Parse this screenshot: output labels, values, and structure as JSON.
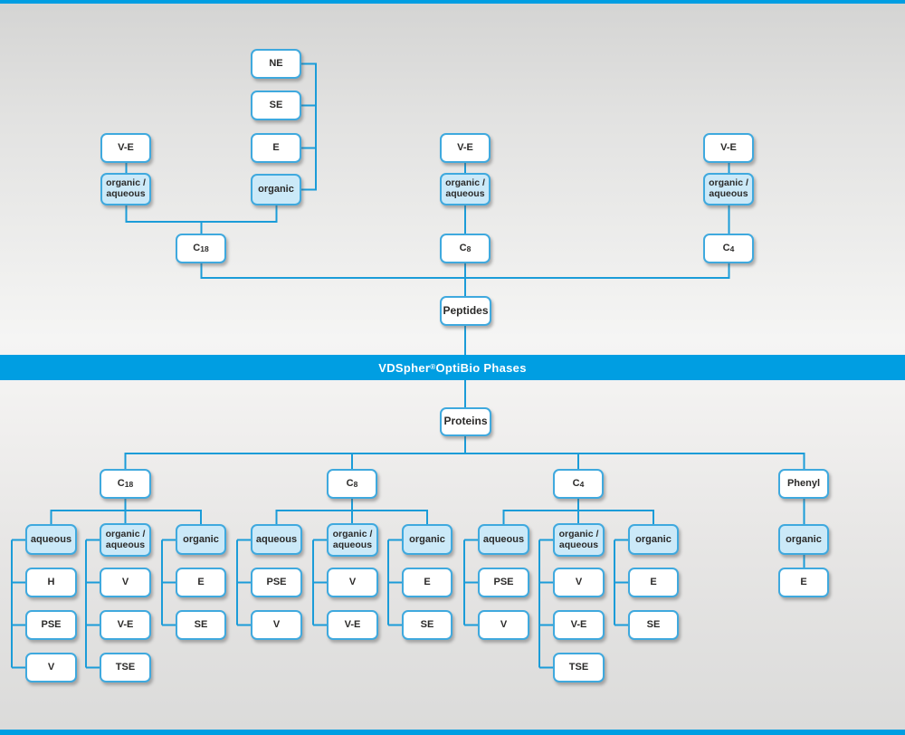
{
  "colors": {
    "accent": "#009ee2",
    "line": "#1b9cd8",
    "box_border": "#3fa9de",
    "box_fill_light": "#cbe9f8",
    "text": "#2b2a29"
  },
  "banner": {
    "brand": "VDSpher",
    "registered": "®",
    "rest": " OptiBio Phases"
  },
  "peptides": {
    "root_label": "Peptides",
    "branches": [
      {
        "column_main": "C",
        "column_sub": "18",
        "ve": "V-E",
        "organic_aqueous": "organic /\naqueous",
        "eluents": [
          "NE",
          "SE",
          "E"
        ],
        "organic": "organic"
      },
      {
        "column_main": "C",
        "column_sub": "8",
        "ve": "V-E",
        "organic_aqueous": "organic /\naqueous"
      },
      {
        "column_main": "C",
        "column_sub": "4",
        "ve": "V-E",
        "organic_aqueous": "organic /\naqueous"
      }
    ]
  },
  "proteins": {
    "root_label": "Proteins",
    "branches": [
      {
        "column_main": "C",
        "column_sub": "18",
        "modes": [
          {
            "label": "aqueous",
            "phases": [
              "H",
              "PSE",
              "V"
            ]
          },
          {
            "label": "organic /\naqueous",
            "phases": [
              "V",
              "V-E",
              "TSE"
            ]
          },
          {
            "label": "organic",
            "phases": [
              "E",
              "SE"
            ]
          }
        ]
      },
      {
        "column_main": "C",
        "column_sub": "8",
        "modes": [
          {
            "label": "aqueous",
            "phases": [
              "PSE",
              "V"
            ]
          },
          {
            "label": "organic /\naqueous",
            "phases": [
              "V",
              "V-E"
            ]
          },
          {
            "label": "organic",
            "phases": [
              "E",
              "SE"
            ]
          }
        ]
      },
      {
        "column_main": "C",
        "column_sub": "4",
        "modes": [
          {
            "label": "aqueous",
            "phases": [
              "PSE",
              "V"
            ]
          },
          {
            "label": "organic /\naqueous",
            "phases": [
              "V",
              "V-E",
              "TSE"
            ]
          },
          {
            "label": "organic",
            "phases": [
              "E",
              "SE"
            ]
          }
        ]
      },
      {
        "column_main": "Phenyl",
        "modes": [
          {
            "label": "organic",
            "phases": [
              "E"
            ]
          }
        ]
      }
    ]
  }
}
